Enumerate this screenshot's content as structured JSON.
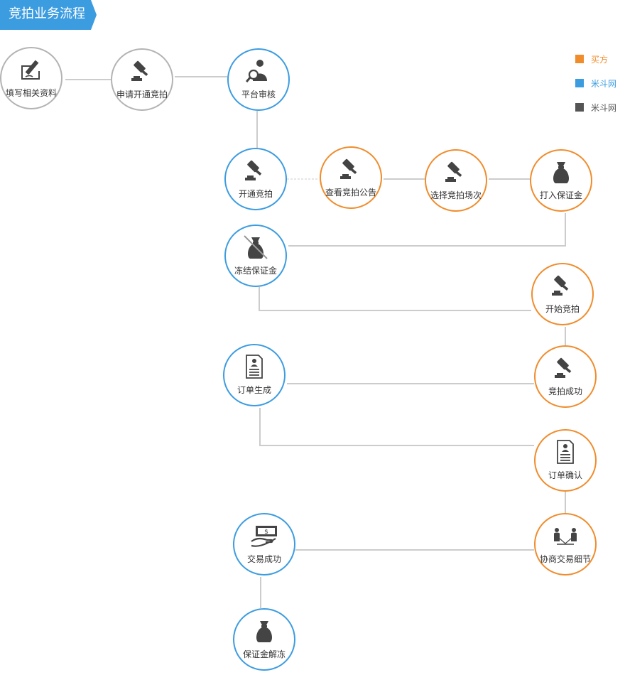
{
  "header": {
    "title": "竞拍业务流程"
  },
  "colors": {
    "buyer": "#f08c2c",
    "platform": "#3c9ce0",
    "system": "#555555",
    "neutral": "#b3b3b3",
    "line": "#cccccc"
  },
  "legend": [
    {
      "label": "买方",
      "color": "#f08c2c"
    },
    {
      "label": "米斗网",
      "color": "#3c9ce0"
    },
    {
      "label": "米斗网",
      "color": "#555555"
    }
  ],
  "nodes": [
    {
      "id": "fill-info",
      "label": "填写相关资料",
      "role": "neutral",
      "icon": "edit-icon"
    },
    {
      "id": "apply-auction",
      "label": "申请开通竞拍",
      "role": "neutral",
      "icon": "gavel-icon"
    },
    {
      "id": "platform-review",
      "label": "平台审核",
      "role": "platform",
      "icon": "reviewer-icon"
    },
    {
      "id": "open-auction",
      "label": "开通竞拍",
      "role": "platform",
      "icon": "gavel-icon"
    },
    {
      "id": "view-notice",
      "label": "查看竞拍公告",
      "role": "buyer",
      "icon": "gavel-icon"
    },
    {
      "id": "choose-session",
      "label": "选择竞拍场次",
      "role": "buyer",
      "icon": "gavel-icon"
    },
    {
      "id": "pay-deposit",
      "label": "打入保证金",
      "role": "buyer",
      "icon": "money-bag-icon"
    },
    {
      "id": "freeze-deposit",
      "label": "冻结保证金",
      "role": "platform",
      "icon": "frozen-money-bag-icon"
    },
    {
      "id": "start-auction",
      "label": "开始竞拍",
      "role": "buyer",
      "icon": "gavel-icon"
    },
    {
      "id": "order-created",
      "label": "订单生成",
      "role": "platform",
      "icon": "document-icon"
    },
    {
      "id": "auction-won",
      "label": "竞拍成功",
      "role": "buyer",
      "icon": "gavel-icon"
    },
    {
      "id": "order-confirm",
      "label": "订单确认",
      "role": "buyer",
      "icon": "document-icon"
    },
    {
      "id": "negotiate",
      "label": "协商交易细节",
      "role": "buyer",
      "icon": "handshake-people-icon"
    },
    {
      "id": "deal-success",
      "label": "交易成功",
      "role": "platform",
      "icon": "cash-hand-icon"
    },
    {
      "id": "deposit-release",
      "label": "保证金解冻",
      "role": "platform",
      "icon": "money-bag-icon"
    }
  ],
  "edges": [
    [
      "fill-info",
      "apply-auction"
    ],
    [
      "apply-auction",
      "platform-review"
    ],
    [
      "platform-review",
      "open-auction"
    ],
    [
      "open-auction",
      "view-notice",
      "dashed"
    ],
    [
      "view-notice",
      "choose-session"
    ],
    [
      "choose-session",
      "pay-deposit"
    ],
    [
      "pay-deposit",
      "freeze-deposit"
    ],
    [
      "freeze-deposit",
      "start-auction"
    ],
    [
      "start-auction",
      "auction-won"
    ],
    [
      "auction-won",
      "order-created"
    ],
    [
      "order-created",
      "order-confirm"
    ],
    [
      "order-confirm",
      "negotiate"
    ],
    [
      "negotiate",
      "deal-success"
    ],
    [
      "deal-success",
      "deposit-release"
    ]
  ]
}
